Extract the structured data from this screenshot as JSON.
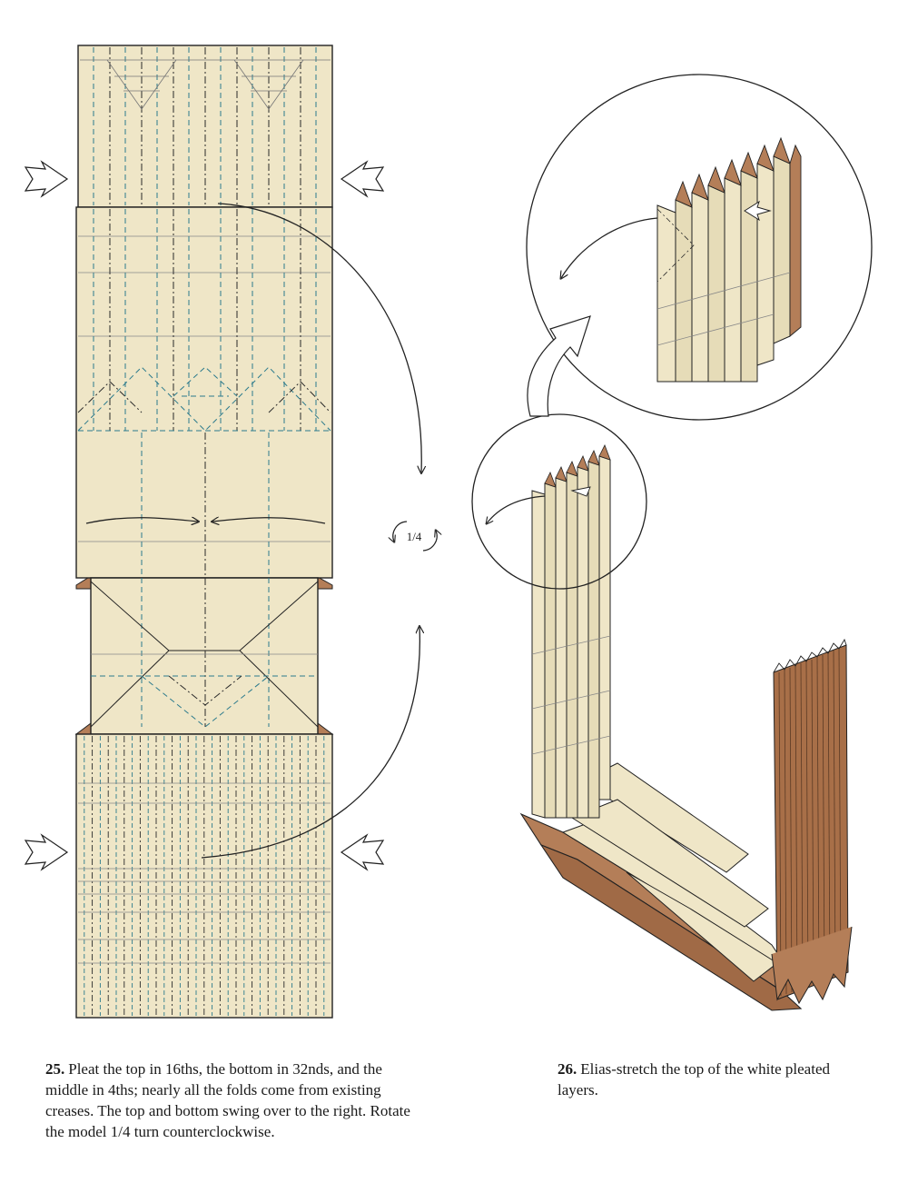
{
  "colors": {
    "paper_white": "#efe6c7",
    "paper_brown": "#b47e58",
    "valley_fold": "#2b7a8c",
    "mountain_fold": "#2a2a2a",
    "outline": "#222222"
  },
  "diagram": {
    "rotation_label": "1/4"
  },
  "steps": [
    {
      "number": "25.",
      "text": "Pleat the top in 16ths, the bottom in 32nds, and the middle in 4ths; nearly all the folds come from existing creases. The top and bottom swing over to the right. Rotate the model 1/4 turn counterclockwise."
    },
    {
      "number": "26.",
      "text": "Elias-stretch the top of the white pleated layers."
    }
  ]
}
